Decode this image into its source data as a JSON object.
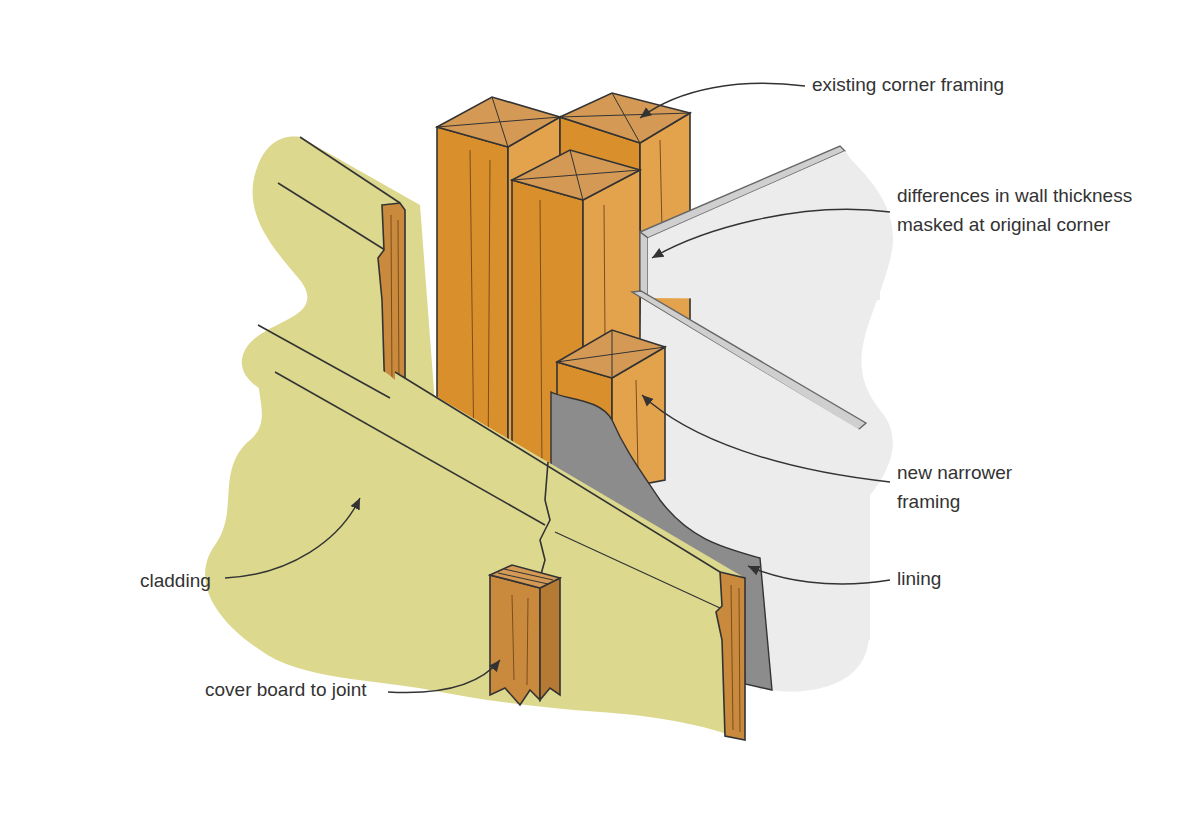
{
  "diagram": {
    "labels": [
      "existing corner framing",
      "differences in wall thickness masked at original corner",
      "new narrower framing",
      "lining",
      "cladding",
      "cover board to joint"
    ]
  }
}
